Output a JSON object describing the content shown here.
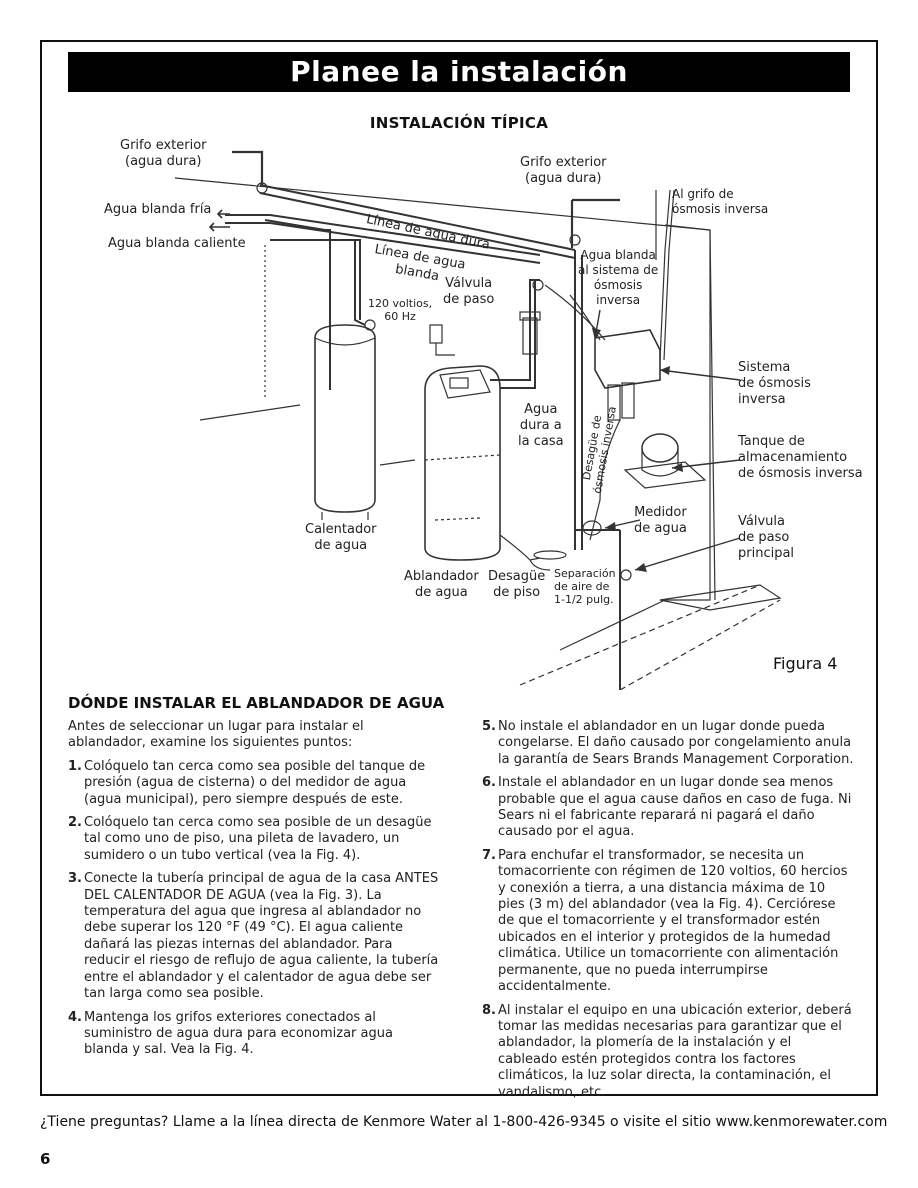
{
  "page": {
    "banner_title": "Planee la instalación",
    "page_number": "6",
    "footer": "¿Tiene preguntas? Llame a la línea directa de Kenmore Water al 1-800-426-9345 o visite el sitio www.kenmorewater.com"
  },
  "figure": {
    "title": "INSTALACIÓN TÍPICA",
    "caption": "Figura 4",
    "labels": {
      "grifo_exterior_1": "Grifo exterior\n(agua dura)",
      "grifo_exterior_2": "Grifo exterior\n(agua dura)",
      "agua_blanda_fria": "Agua blanda fría",
      "agua_blanda_caliente": "Agua blanda caliente",
      "linea_agua_dura": "Línea de agua dura",
      "linea_agua_blanda": "Línea de agua\nblanda",
      "valvula_paso": "Válvula\nde paso",
      "voltios": "120 voltios,\n60 Hz",
      "grifo_osmosis": "Al grifo de\nósmosis inversa",
      "agua_blanda_sistema": "Agua blanda\nal sistema de\nósmosis\ninversa",
      "sistema_osmosis": "Sistema\nde ósmosis\ninversa",
      "tanque": "Tanque de\nalmacenamiento\nde ósmosis inversa",
      "agua_dura_casa": "Agua\ndura a\nla casa",
      "desague_osmosis": "Desagüe de\nósmosis inversa",
      "medidor": "Medidor\nde agua",
      "valvula_principal": "Válvula\nde paso\nprincipal",
      "calentador": "Calentador\nde agua",
      "ablandador": "Ablandador\nde agua",
      "desague_piso": "Desagüe\nde piso",
      "separacion": "Separación\nde aire de\n1-1/2 pulg."
    }
  },
  "section": {
    "heading": "DÓNDE INSTALAR EL ABLANDADOR DE AGUA",
    "intro": "Antes de seleccionar un lugar para instalar el ablandador, examine los siguientes puntos:",
    "items": [
      {
        "num": "1.",
        "text": "Colóquelo tan cerca como sea posible del tanque de presión (agua de cisterna) o del medidor de agua (agua municipal), pero siempre después de este."
      },
      {
        "num": "2.",
        "text": "Colóquelo tan cerca como sea posible de un desagüe tal como uno de piso, una pileta de lavadero, un sumidero o un tubo vertical (vea la Fig. 4)."
      },
      {
        "num": "3.",
        "text": "Conecte la tubería principal de agua de la casa ANTES DEL CALENTADOR DE AGUA (vea la Fig. 3). La temperatura del agua que ingresa al ablandador no debe superar los 120 °F (49 °C). El agua caliente dañará las piezas internas del ablandador. Para reducir el riesgo de reflujo de agua caliente, la tubería entre el ablandador y el calentador de agua debe ser tan larga como sea posible."
      },
      {
        "num": "4.",
        "text": "Mantenga los grifos exteriores conectados al suministro de agua dura para economizar agua blanda y sal. Vea la Fig. 4."
      },
      {
        "num": "5.",
        "text": "No instale el ablandador en un lugar donde pueda congelarse. El daño causado por congelamiento anula la garantía de Sears Brands Management Corporation."
      },
      {
        "num": "6.",
        "text": "Instale el ablandador en un lugar donde sea menos probable que el agua cause daños en caso de fuga. Ni Sears ni el fabricante reparará ni pagará el daño causado por el agua."
      },
      {
        "num": "7.",
        "text": "Para enchufar el transformador, se necesita un tomacorriente con régimen de 120 voltios, 60 hercios y conexión a tierra, a una distancia máxima de 10 pies (3 m) del ablandador (vea la Fig. 4). Cerciórese de que el tomacorriente y el transformador estén ubicados en el interior y protegidos de la humedad climática. Utilice un tomacorriente con alimentación permanente, que no pueda interrumpirse accidentalmente."
      },
      {
        "num": "8.",
        "text": "Al instalar el equipo en una ubicación exterior, deberá tomar las medidas necesarias para garantizar que el ablandador, la plomería de la instalación y el cableado estén protegidos contra los factores climáticos, la luz solar directa, la contaminación, el vandalismo, etc."
      }
    ]
  }
}
